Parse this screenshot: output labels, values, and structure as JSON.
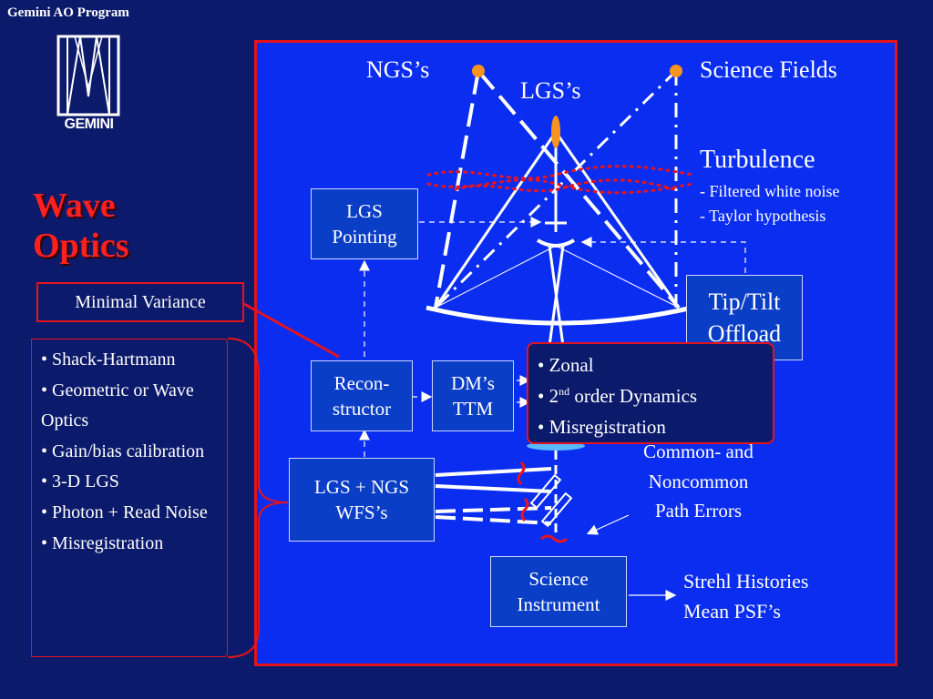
{
  "header": {
    "program_title": "Gemini AO Program",
    "logo_text": "GEMINI"
  },
  "slide": {
    "title_line1": "Wave",
    "title_line2": "Optics"
  },
  "minimal_variance_label": "Minimal Variance",
  "wfs_options": [
    "• Shack-Hartmann",
    "• Geometric or Wave Optics",
    "• Gain/bias calibration",
    "• 3-D LGS",
    "• Photon + Read Noise",
    "• Misregistration"
  ],
  "diagram": {
    "ngs_label": "NGS’s",
    "lgs_label": "LGS’s",
    "science_fields_label": "Science Fields",
    "turbulence": {
      "title": "Turbulence",
      "notes": [
        "- Filtered white noise",
        "- Taylor hypothesis"
      ]
    },
    "lgs_pointing": [
      "LGS",
      "Pointing"
    ],
    "tip_tilt_offload": [
      "Tip/Tilt",
      "Offload"
    ],
    "reconstructor": [
      "Recon-",
      "structor"
    ],
    "dm_ttm": [
      "DM’s",
      "TTM"
    ],
    "wfs": [
      "LGS + NGS",
      "WFS’s"
    ],
    "science_instrument": [
      "Science",
      "Instrument"
    ],
    "path_errors": [
      "Common- and",
      "Noncommon",
      "Path Errors"
    ],
    "strehl": [
      "Strehl Histories",
      "Mean PSF’s"
    ],
    "recon_notes": {
      "zonal": "• Zonal",
      "dynamics_prefix": "• 2",
      "dynamics_sup": "nd",
      "dynamics_suffix": " order Dynamics",
      "misreg": "• Misregistration"
    }
  },
  "colors": {
    "background": "#0b1a6b",
    "panel": "#0a2df0",
    "border_red": "#e4141d",
    "star_orange": "#f7931e",
    "turbulence_red": "#e8141d",
    "title_red": "#ff2020"
  }
}
